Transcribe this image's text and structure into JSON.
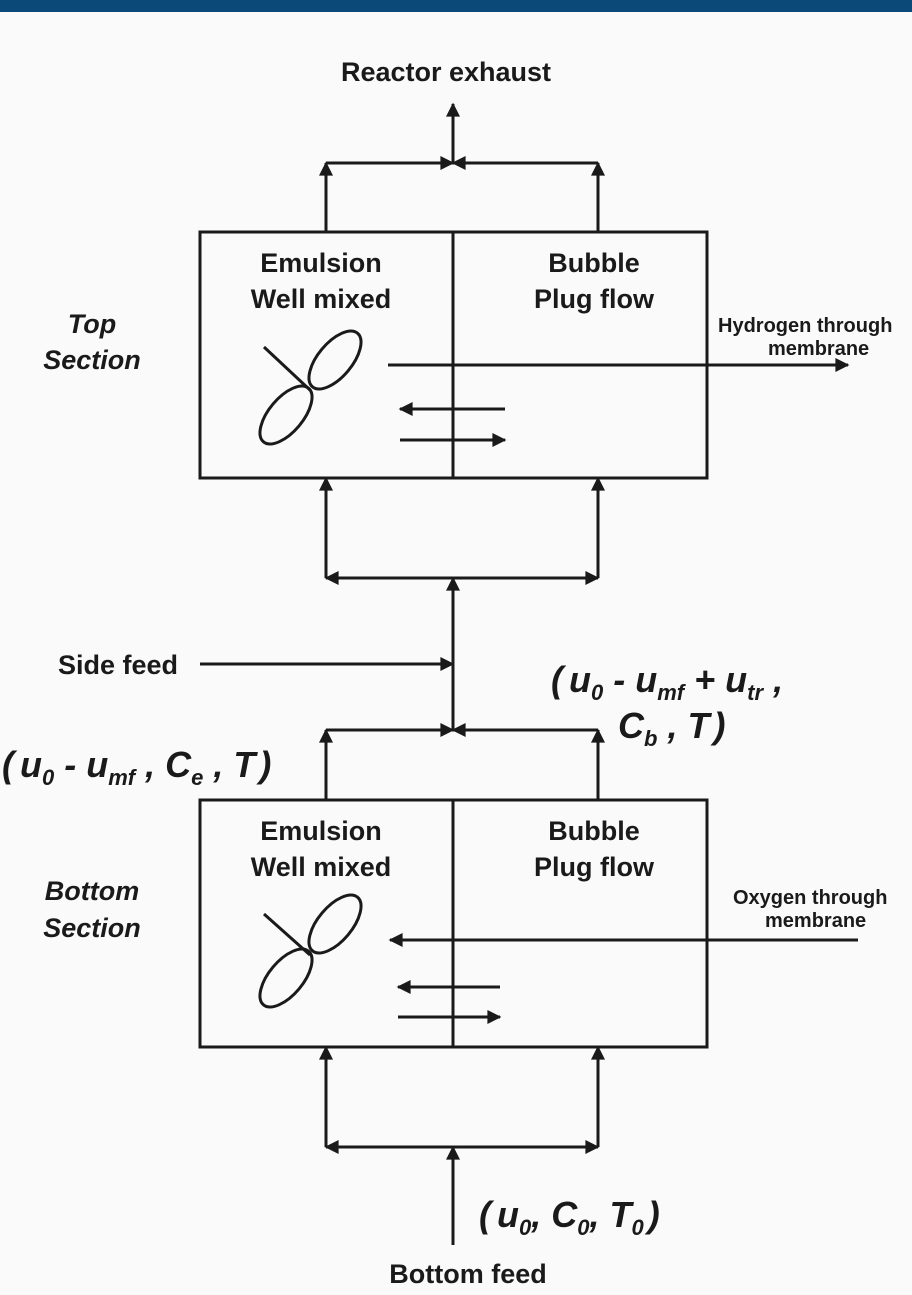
{
  "colors": {
    "top_bar": "#0b4a78",
    "ink": "#1a1a1a",
    "background": "#fafafa"
  },
  "labels": {
    "reactor_exhaust": "Reactor exhaust",
    "bottom_feed": "Bottom feed",
    "side_feed": "Side feed",
    "hydrogen_line1": "Hydrogen through",
    "hydrogen_line2": "membrane",
    "oxygen_line1": "Oxygen through",
    "oxygen_line2": "membrane"
  },
  "sections": {
    "top": {
      "title_line1": "Top",
      "title_line2": "Section",
      "emulsion_line1": "Emulsion",
      "emulsion_line2": "Well mixed",
      "bubble_line1": "Bubble",
      "bubble_line2": "Plug flow"
    },
    "bottom": {
      "title_line1": "Bottom",
      "title_line2": "Section",
      "emulsion_line1": "Emulsion",
      "emulsion_line2": "Well mixed",
      "bubble_line1": "Bubble",
      "bubble_line2": "Plug flow"
    }
  },
  "flows": {
    "emulsion": {
      "open": "(",
      "u": "u",
      "u_sub": "0",
      "minus": " - ",
      "umf": "u",
      "umf_sub": "mf",
      "sep1": " , ",
      "c": "C",
      "c_sub": "e",
      "sep2": " , ",
      "t": "T",
      "close": ")"
    },
    "bubble_line1": {
      "open": "(",
      "u": "u",
      "u_sub": "0",
      "minus": " - ",
      "umf": "u",
      "umf_sub": "mf",
      "plus": " + ",
      "utr": "u",
      "utr_sub": "tr",
      "comma": " ,"
    },
    "bubble_line2": {
      "c": "C",
      "c_sub": "b",
      "sep": " , ",
      "t": "T",
      "close": ")"
    },
    "feed": {
      "open": "(",
      "u": "u",
      "u_sub": "0",
      "sep1": ", ",
      "c": "C",
      "c_sub": "0",
      "sep2": ", ",
      "t": "T",
      "t_sub": "0",
      "close": ")"
    }
  }
}
